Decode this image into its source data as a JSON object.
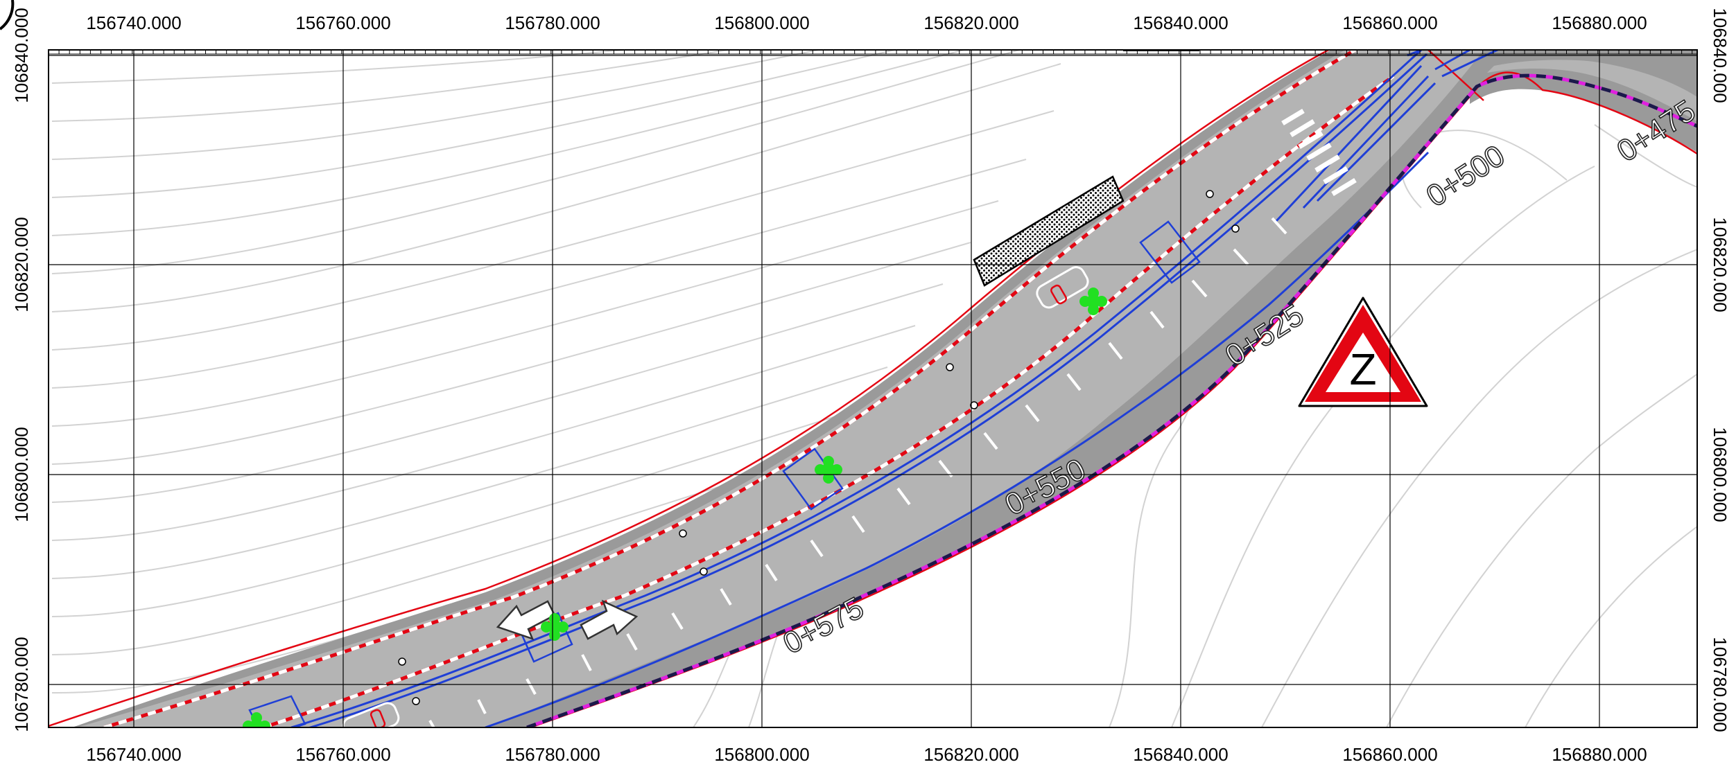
{
  "grid": {
    "easting_labels": [
      "156740.000",
      "156760.000",
      "156780.000",
      "156800.000",
      "156820.000",
      "156840.000",
      "156860.000",
      "156880.000"
    ],
    "northing_labels": [
      "106840.000",
      "106820.000",
      "106800.000",
      "106780.000"
    ]
  },
  "stations": [
    "0+475",
    "0+500",
    "0+525",
    "0+550",
    "0+575"
  ],
  "sign": {
    "letter": "Z",
    "icon": "warning-triangle-icon",
    "border_color": "#e30613"
  },
  "colors": {
    "road_surface": "#b4b4b4",
    "verge": "#9a9a9a",
    "edge_line": "#e30613",
    "alignment_line": "#1f3fd6",
    "magenta_line": "#e020e0",
    "tree_marker": "#22e022",
    "contour": "#d2d2d2"
  }
}
